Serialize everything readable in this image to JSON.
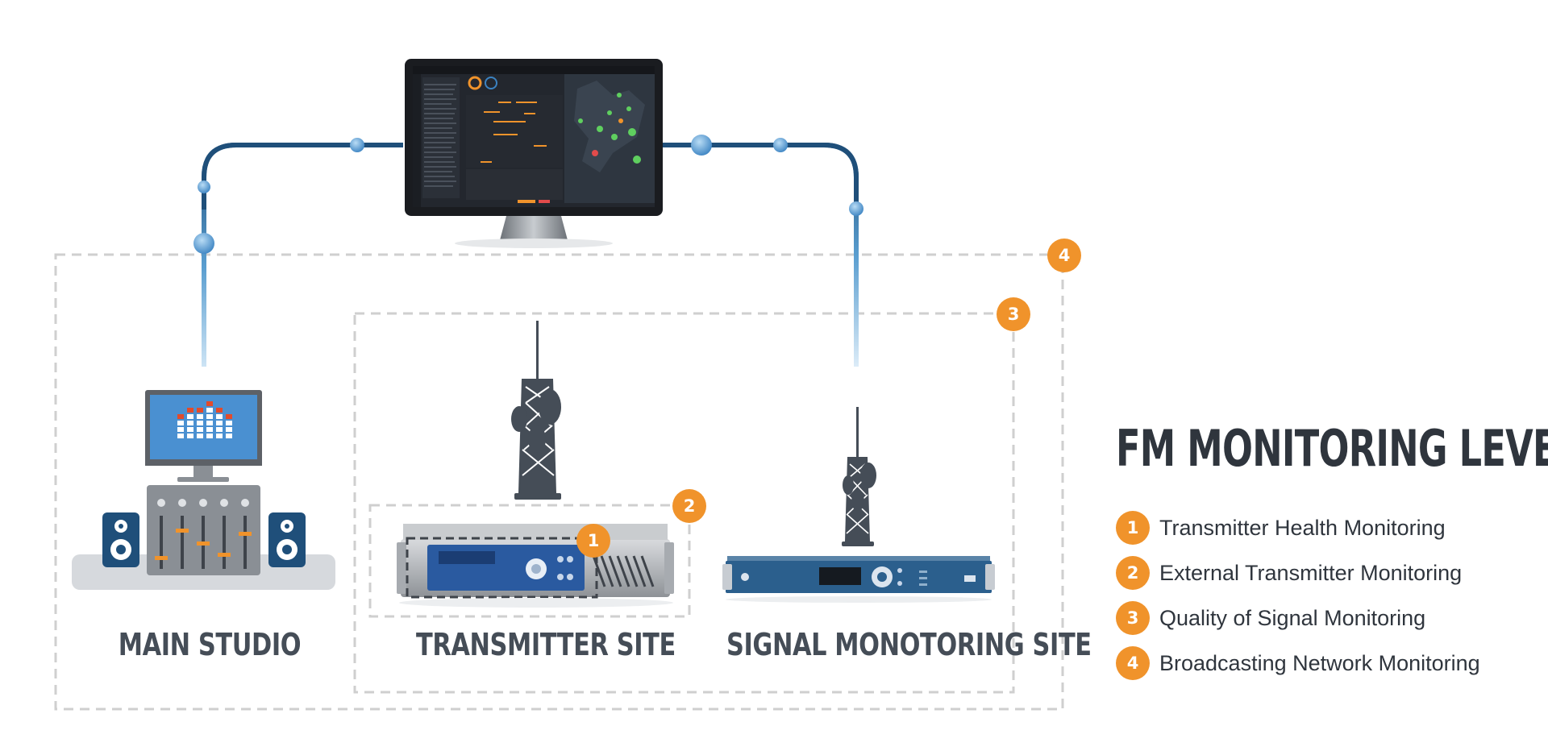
{
  "levels": [
    {
      "number": "1",
      "label": "Transmitter Health Monitoring"
    },
    {
      "number": "2",
      "label": "External Transmitter Monitoring"
    },
    {
      "number": "3",
      "label": "Quality of Signal Monitoring"
    },
    {
      "number": "4",
      "label": "Broadcasting Network Monitoring"
    }
  ],
  "legend_title": "FM MONITORING LEVELS",
  "sites": {
    "main_studio": "MAIN STUDIO",
    "transmitter": "TRANSMITTER SITE",
    "signal": "SIGNAL MONOTORING SITE"
  },
  "colors": {
    "accent": "#f0932b",
    "dash": "#cfcfcf",
    "line_dark": "#1f4f7a",
    "line_light": "#7fb6df",
    "heading": "#2f353d",
    "label": "#454d57"
  },
  "icons": {
    "monitor": "dashboard-monitor-icon",
    "studio": "studio-mixer-icon",
    "tower": "antenna-tower-icon",
    "transmitter": "transmitter-rack-icon",
    "probe": "monitoring-probe-icon"
  }
}
